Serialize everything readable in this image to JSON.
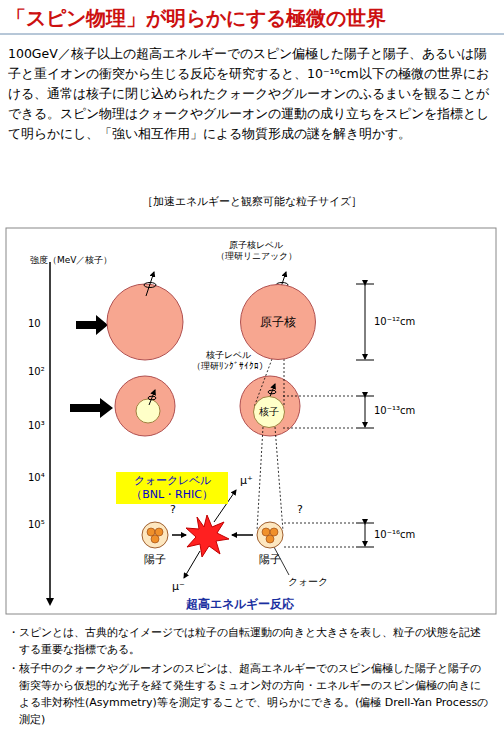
{
  "diagram": {
    "title": "「スピン物理」が明らかにする極微の世界",
    "nodes": [
      {
        "text": [
          "原子核"
        ]
      },
      {
        "text": [
          "核子"
        ]
      },
      {
        "text": [
          "クォークレベル （BNL・RHIC）"
        ]
      },
      {
        "text": [
          "陽子"
        ]
      },
      {
        "text": [
          "陽子"
        ]
      }
    ],
    "edges": [
      {
        "from": 0,
        "to": 1,
        "arrow": "none"
      },
      {
        "from": 1,
        "to": 4,
        "arrow": "none"
      }
    ],
    "labels": [
      "100GeV／核子以上の超高エネルギーでのスピン偏極した陽子と陽子、あるいは陽子と重イオンの衝突から生じる反応を研究すると、10⁻¹⁶cm以下の極微の世界における、通常は核子に閉じ込められたクォークやグルーオンのふるまいを観ることができる。スピン物理はクォークやグルーオンの運動の成り立ちをスピンを指標として明らかにし、「強い相互作用」による物質形成の謎を解き明かす。",
      "［加速エネルギーと観察可能な粒子サイズ］",
      "強度（MeV／核子）",
      "10",
      "10²",
      "10³",
      "10⁴",
      "10⁵",
      "原子核レベル （理研リニアック）",
      "10⁻¹²cm",
      "核子レベル （理研ﾘﾝｸﾞｻｲｸﾛ）",
      "10⁻¹³cm",
      "?",
      "μ⁺",
      "?",
      "μ⁻",
      "10⁻¹⁶cm",
      "クォーク",
      "超高エネルギー反応",
      "・スピンとは、古典的なイメージでは粒子の自転運動の向きと大きさを表し、粒子の状態を記述する重要な指標である。",
      "・核子中のクォークやグルーオンのスピンは、超高エネルギーでのスピン偏極した陽子と陽子の衝突等から仮想的な光子を経て発生するミュオン対の方向・エネルギーのスピン偏極の向きによる非対称性(Asymmetry)等を測定することで、明らかにできる。(偏極 Drell-Yan Processの測定)"
    ]
  }
}
